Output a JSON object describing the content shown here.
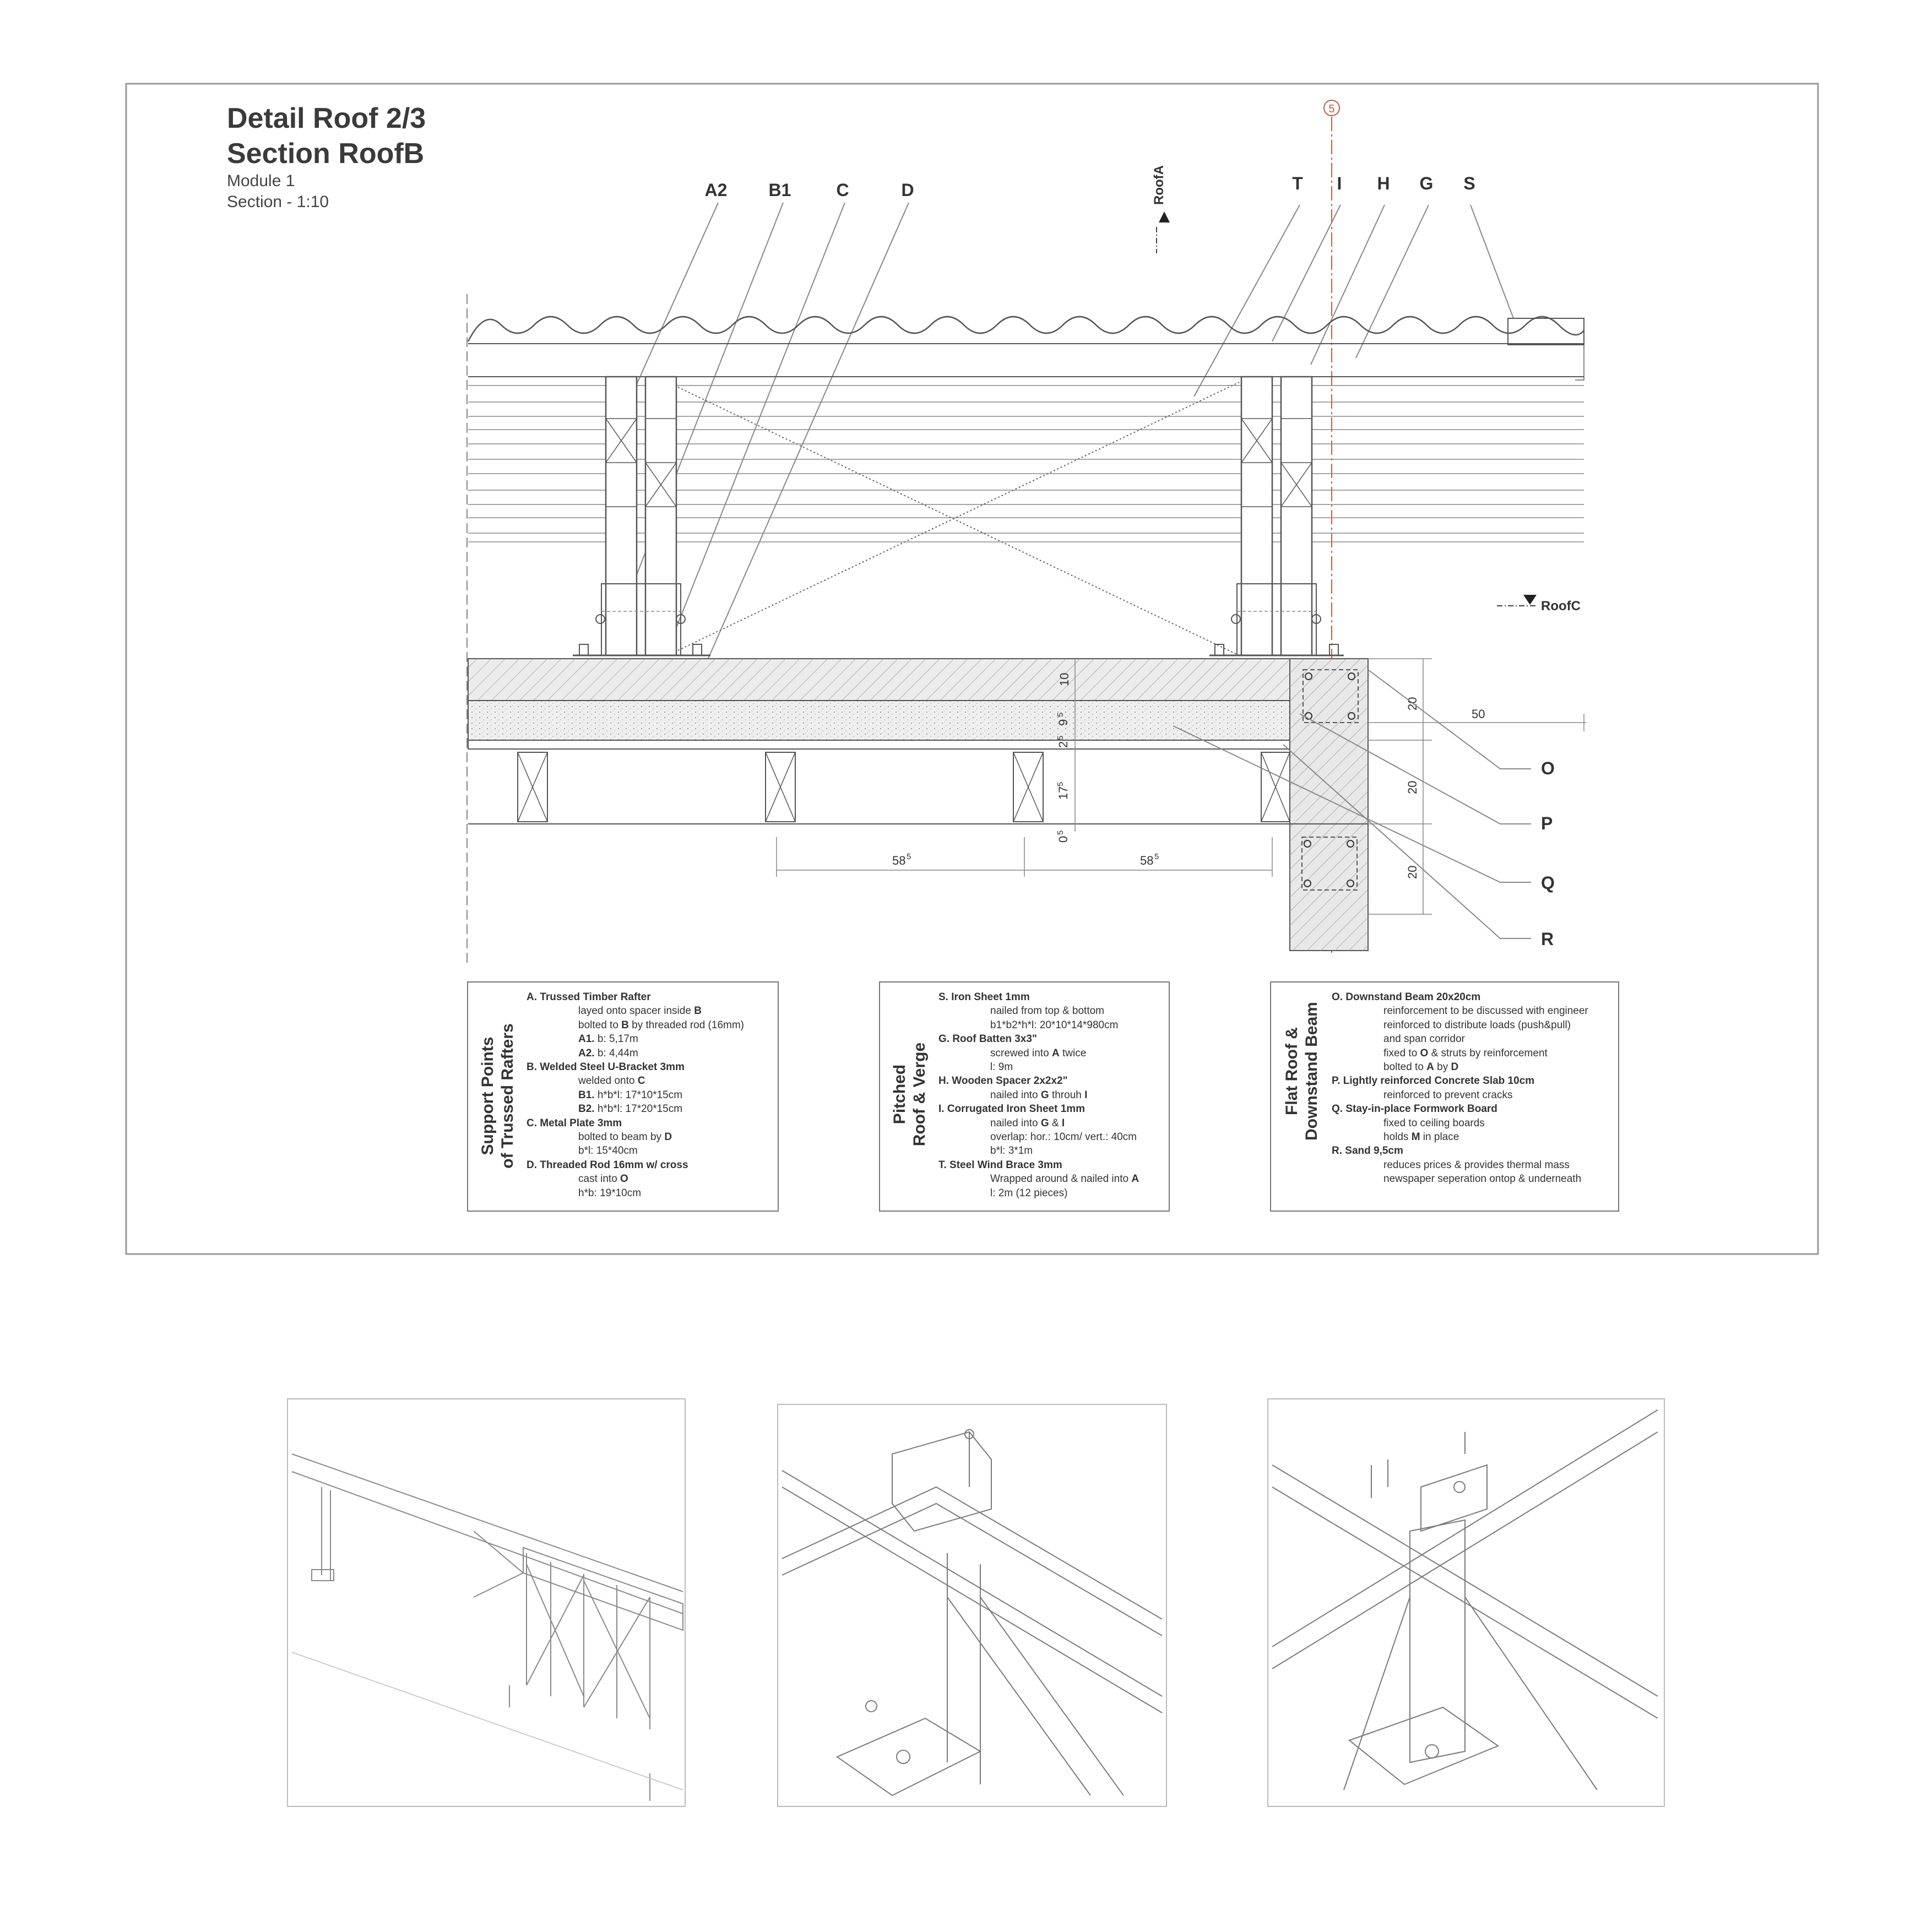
{
  "title": {
    "line1": "Detail Roof 2/3",
    "line2": "Section RoofB",
    "module": "Module 1",
    "scale": "Section - 1:10"
  },
  "grid_marker": "5",
  "section_marks": {
    "roofA": "RoofA",
    "roofC": "RoofC"
  },
  "callouts_top": [
    "A2",
    "B1",
    "C",
    "D",
    "T",
    "I",
    "H",
    "G",
    "S"
  ],
  "callouts_right": [
    "O",
    "P",
    "Q",
    "R"
  ],
  "dimensions": {
    "slab": "10",
    "sand": "9",
    "sand_sup": "5",
    "formwork": "2",
    "formwork_sup": "5",
    "joist": "17",
    "joist_sup": "5",
    "gap": "0",
    "gap_sup": "5",
    "spacing1": "58",
    "spacing1_sup": "5",
    "spacing2": "58",
    "spacing2_sup": "5",
    "beam_top": "20",
    "beam_mid": "20",
    "beam_bot": "20",
    "overhang": "50"
  },
  "legend": [
    {
      "title": [
        "Support Points",
        "of Trussed Rafters"
      ],
      "lines": [
        {
          "b": "A. Trussed Timber Rafter",
          "t": "",
          "sub": false
        },
        {
          "b": "",
          "t": "layed onto spacer inside ",
          "b2": "B",
          "sub": true
        },
        {
          "b": "",
          "t": "bolted to ",
          "b2": "B",
          "t2": " by threaded rod (16mm)",
          "sub": true
        },
        {
          "b": "A1.",
          "t": " b: 5,17m",
          "sub": true
        },
        {
          "b": "A2.",
          "t": " b: 4,44m",
          "sub": true
        },
        {
          "b": "B. Welded Steel U-Bracket 3mm",
          "t": "",
          "sub": false
        },
        {
          "b": "",
          "t": "welded onto ",
          "b2": "C",
          "sub": true
        },
        {
          "b": "B1.",
          "t": " h*b*l: 17*10*15cm",
          "sub": true
        },
        {
          "b": "B2.",
          "t": " h*b*l: 17*20*15cm",
          "sub": true
        },
        {
          "b": "C. Metal Plate 3mm",
          "t": "",
          "sub": false
        },
        {
          "b": "",
          "t": "bolted to beam by ",
          "b2": "D",
          "sub": true
        },
        {
          "b": "",
          "t": "b*l: 15*40cm",
          "sub": true
        },
        {
          "b": "D. Threaded Rod 16mm w/ cross",
          "t": "",
          "sub": false
        },
        {
          "b": "",
          "t": "cast into ",
          "b2": "O",
          "sub": true
        },
        {
          "b": "",
          "t": "h*b: 19*10cm",
          "sub": true
        }
      ]
    },
    {
      "title": [
        "Pitched",
        "Roof & Verge"
      ],
      "lines": [
        {
          "b": "S. Iron Sheet 1mm",
          "t": "",
          "sub": false
        },
        {
          "b": "",
          "t": "nailed from top & bottom",
          "sub": true
        },
        {
          "b": "",
          "t": "b1*b2*h*l: 20*10*14*980cm",
          "sub": true
        },
        {
          "b": "G. Roof Batten 3x3\"",
          "t": "",
          "sub": false
        },
        {
          "b": "",
          "t": "screwed into ",
          "b2": "A",
          "t2": " twice",
          "sub": true
        },
        {
          "b": "",
          "t": "l: 9m",
          "sub": true
        },
        {
          "b": "H. Wooden Spacer 2x2x2\"",
          "t": "",
          "sub": false
        },
        {
          "b": "",
          "t": "nailed into ",
          "b2": "G",
          "t2": " throuh ",
          "b3": "I",
          "sub": true
        },
        {
          "b": "I. Corrugated Iron Sheet 1mm",
          "t": "",
          "sub": false
        },
        {
          "b": "",
          "t": "nailed into ",
          "b2": "G",
          "t2": " & ",
          "b3": "I",
          "sub": true
        },
        {
          "b": "",
          "t": "overlap: hor.: 10cm/ vert.: 40cm",
          "sub": true
        },
        {
          "b": "",
          "t": "b*l: 3*1m",
          "sub": true
        },
        {
          "b": "T. Steel Wind Brace 3mm",
          "t": "",
          "sub": false
        },
        {
          "b": "",
          "t": "Wrapped around & nailed into ",
          "b2": "A",
          "sub": true
        },
        {
          "b": "",
          "t": "l: 2m (12 pieces)",
          "sub": true
        }
      ]
    },
    {
      "title": [
        "Flat Roof &",
        "Downstand Beam"
      ],
      "lines": [
        {
          "b": "O. Downstand Beam 20x20cm",
          "t": "",
          "sub": false
        },
        {
          "b": "",
          "t": "reinforcement to be discussed with engineer",
          "sub": true
        },
        {
          "b": "",
          "t": "reinforced to distribute loads (push&pull)",
          "sub": true
        },
        {
          "b": "",
          "t": "and span corridor",
          "sub": true
        },
        {
          "b": "",
          "t": "fixed to ",
          "b2": "O",
          "t2": " & struts by reinforcement",
          "sub": true
        },
        {
          "b": "",
          "t": "bolted to ",
          "b2": "A",
          "t2": " by ",
          "b3": "D",
          "sub": true
        },
        {
          "b": "P. Lightly reinforced Concrete Slab 10cm",
          "t": "",
          "sub": false
        },
        {
          "b": "",
          "t": "reinforced to prevent cracks",
          "sub": true
        },
        {
          "b": "Q. Stay-in-place Formwork Board",
          "t": "",
          "sub": false
        },
        {
          "b": "",
          "t": "fixed to ceiling boards",
          "sub": true
        },
        {
          "b": "",
          "t": "holds ",
          "b2": "M",
          "t2": " in place",
          "sub": true
        },
        {
          "b": "R. Sand 9,5cm",
          "t": "",
          "sub": false
        },
        {
          "b": "",
          "t": "reduces prices & provides thermal mass",
          "sub": true
        },
        {
          "b": "",
          "t": "newspaper seperation ontop & underneath",
          "sub": true
        }
      ]
    }
  ],
  "sketches": [
    "perspective-sketch-truss",
    "perspective-sketch-bracket",
    "perspective-sketch-joint"
  ],
  "colors": {
    "ink": "#333333",
    "frame": "#999999",
    "concrete": "#e6e6e6",
    "grid_axis": "#c0603a"
  }
}
